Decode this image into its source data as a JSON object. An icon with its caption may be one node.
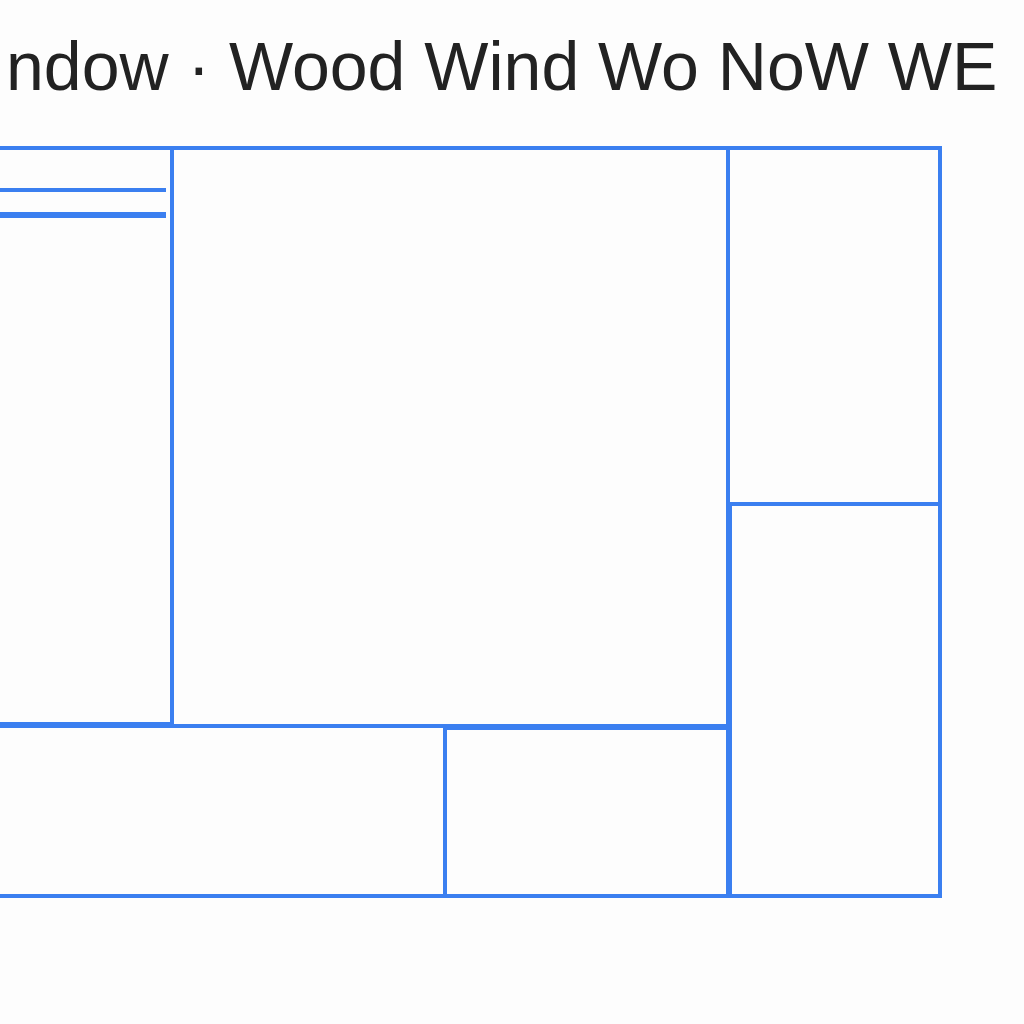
{
  "diagram": {
    "title": "ndow · Wood Wind Wo NoW WE",
    "nodes": [
      {
        "text": [],
        "shape": "box"
      },
      {
        "text": [],
        "shape": "box",
        "in": 0
      },
      {
        "text": [],
        "shape": "box",
        "in": 0
      },
      {
        "text": [],
        "shape": "box"
      },
      {
        "text": [],
        "shape": "box"
      },
      {
        "text": [],
        "shape": "box"
      },
      {
        "text": [],
        "shape": "box"
      },
      {
        "text": [],
        "shape": "box"
      }
    ],
    "edges": []
  }
}
